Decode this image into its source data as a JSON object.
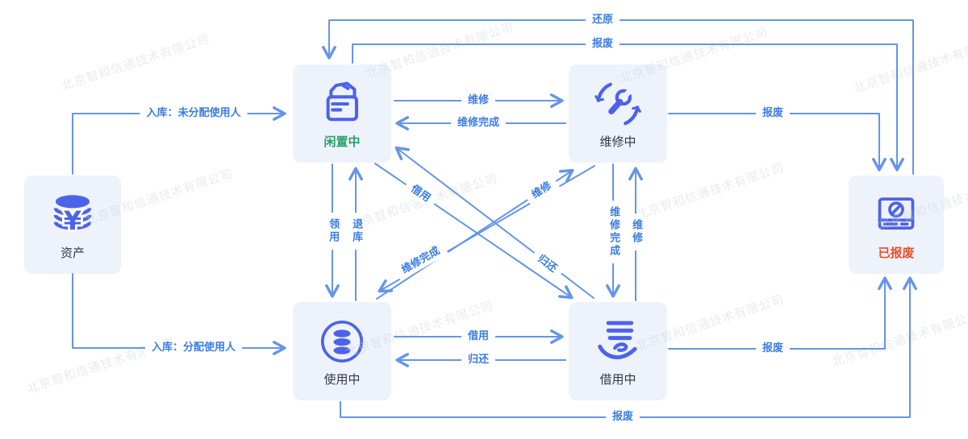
{
  "diagram_title": "asset-status-flow",
  "watermark": {
    "text": "北京智和信通技术有限公司"
  },
  "colors": {
    "line_blue": "#6495ea",
    "edge_label_blue": "#3a7ce5",
    "card_bg": "#eef2fb",
    "icon_blue": "#4c63e8",
    "idle_green": "#27a06a",
    "scrapped_red": "#e8502a",
    "node_text": "#323949",
    "watermark_gray": "#c9d0de"
  },
  "nodes": [
    {
      "id": "asset",
      "label": "资产",
      "icon": "coin-stack-icon"
    },
    {
      "id": "idle",
      "label": "闲置中",
      "icon": "storage-box-icon"
    },
    {
      "id": "repairing",
      "label": "维修中",
      "icon": "wrench-sync-icon"
    },
    {
      "id": "inuse",
      "label": "使用中",
      "icon": "database-circle-icon"
    },
    {
      "id": "borrowed",
      "label": "借用中",
      "icon": "hand-layers-icon"
    },
    {
      "id": "scrapped",
      "label": "已报废",
      "icon": "monitor-ban-icon"
    }
  ],
  "edges": {
    "inbound_unassigned": "入库：未分配使用人",
    "inbound_assigned": "入库：分配使用人",
    "restore": "还原",
    "scrap_top": "报废",
    "repair_h": "维修",
    "repair_done_h": "维修完成",
    "scrap_repairing": "报废",
    "claim": "领用",
    "return_store": "退库",
    "repair_done_v": "维修完成",
    "repair_v": "维修",
    "borrow_diag": "借用",
    "return_diag": "归还",
    "repair_diag": "维修",
    "repair_done_diag": "维修完成",
    "borrow_h": "借用",
    "return_h": "归还",
    "scrap_borrowed": "报废",
    "scrap_bottom": "报废"
  }
}
